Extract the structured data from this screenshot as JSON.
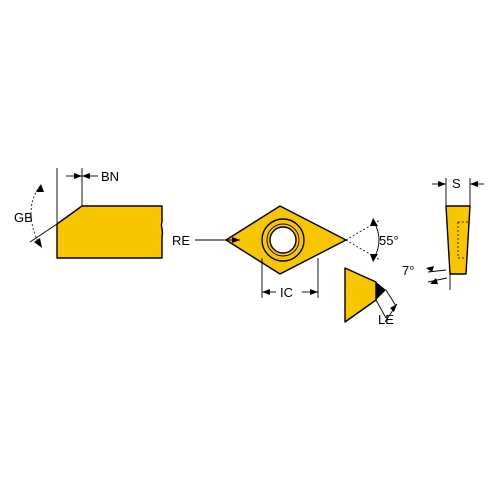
{
  "labels": {
    "bn": "BN",
    "gb": "GB",
    "re": "RE",
    "angle": "55°",
    "ic": "IC",
    "le": "LE",
    "s": "S",
    "clearance": "7°"
  },
  "colors": {
    "insert": "#f7c600",
    "outline": "#000000",
    "background": "#ffffff"
  }
}
